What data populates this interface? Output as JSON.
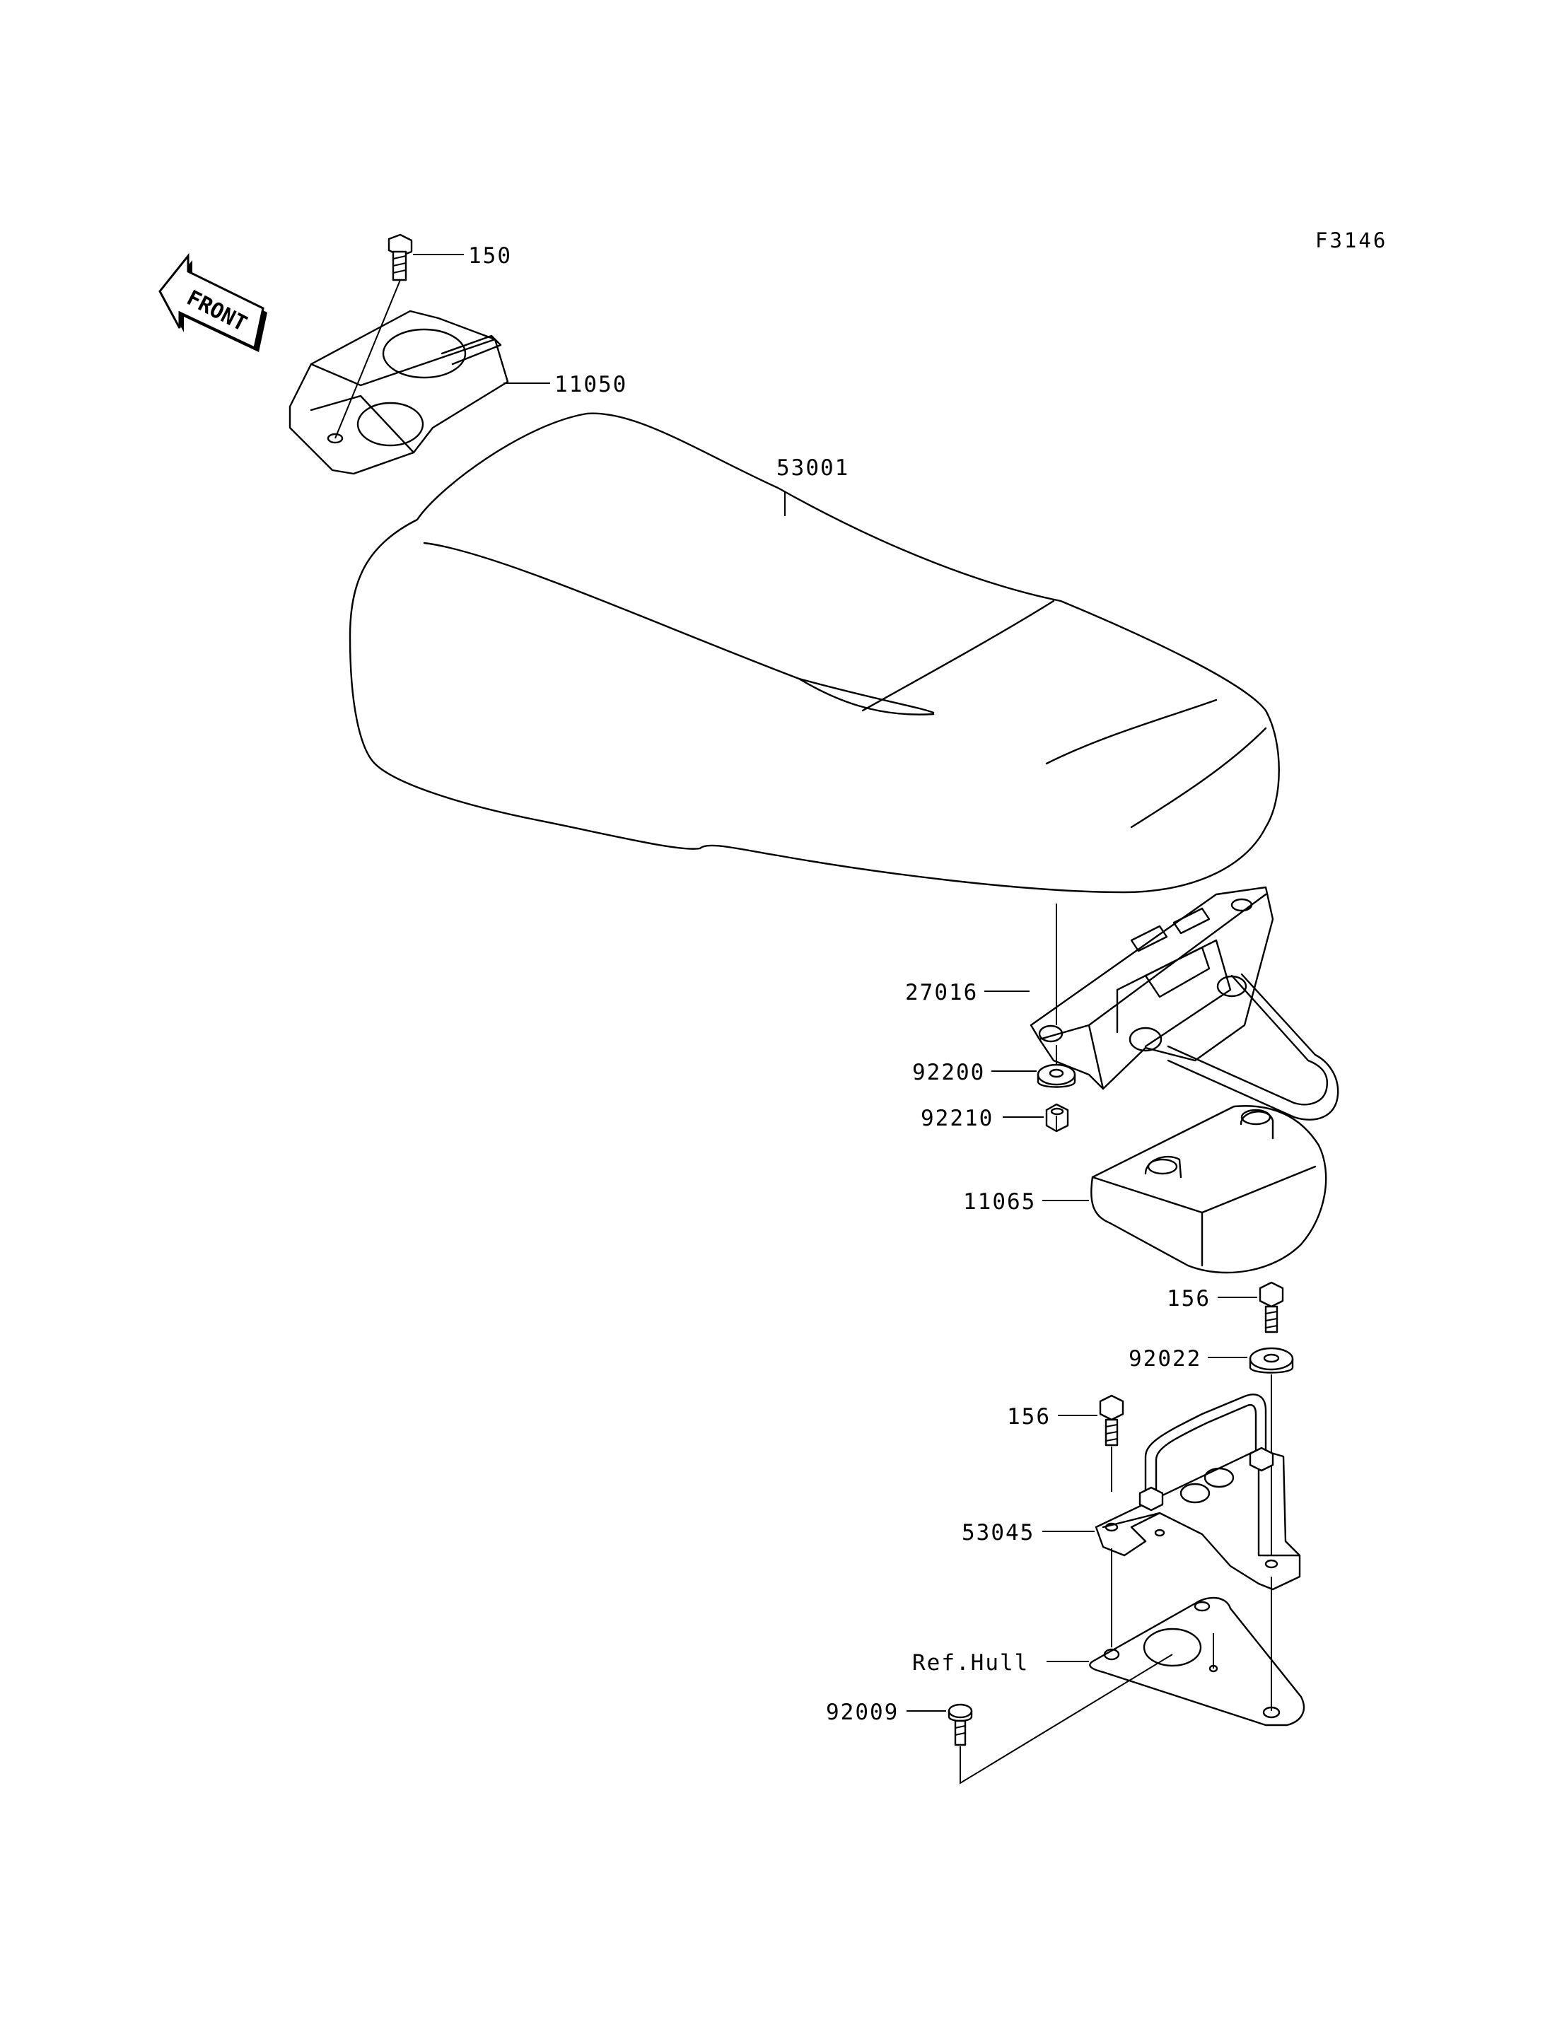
{
  "figure_code": "F3146",
  "front_marker": "FRONT",
  "callouts": [
    {
      "id": "bolt-150",
      "label": "150"
    },
    {
      "id": "bracket-11050",
      "label": "11050"
    },
    {
      "id": "seat-53001",
      "label": "53001"
    },
    {
      "id": "latch-27016",
      "label": "27016"
    },
    {
      "id": "washer-92200",
      "label": "92200"
    },
    {
      "id": "nut-92210",
      "label": "92210"
    },
    {
      "id": "cover-11065",
      "label": "11065"
    },
    {
      "id": "bolt-156-upper",
      "label": "156"
    },
    {
      "id": "washer-92022",
      "label": "92022"
    },
    {
      "id": "bolt-156-lower",
      "label": "156"
    },
    {
      "id": "bracket-53045",
      "label": "53045"
    },
    {
      "id": "hull-ref",
      "label": "Ref.Hull"
    },
    {
      "id": "screw-92009",
      "label": "92009"
    }
  ]
}
